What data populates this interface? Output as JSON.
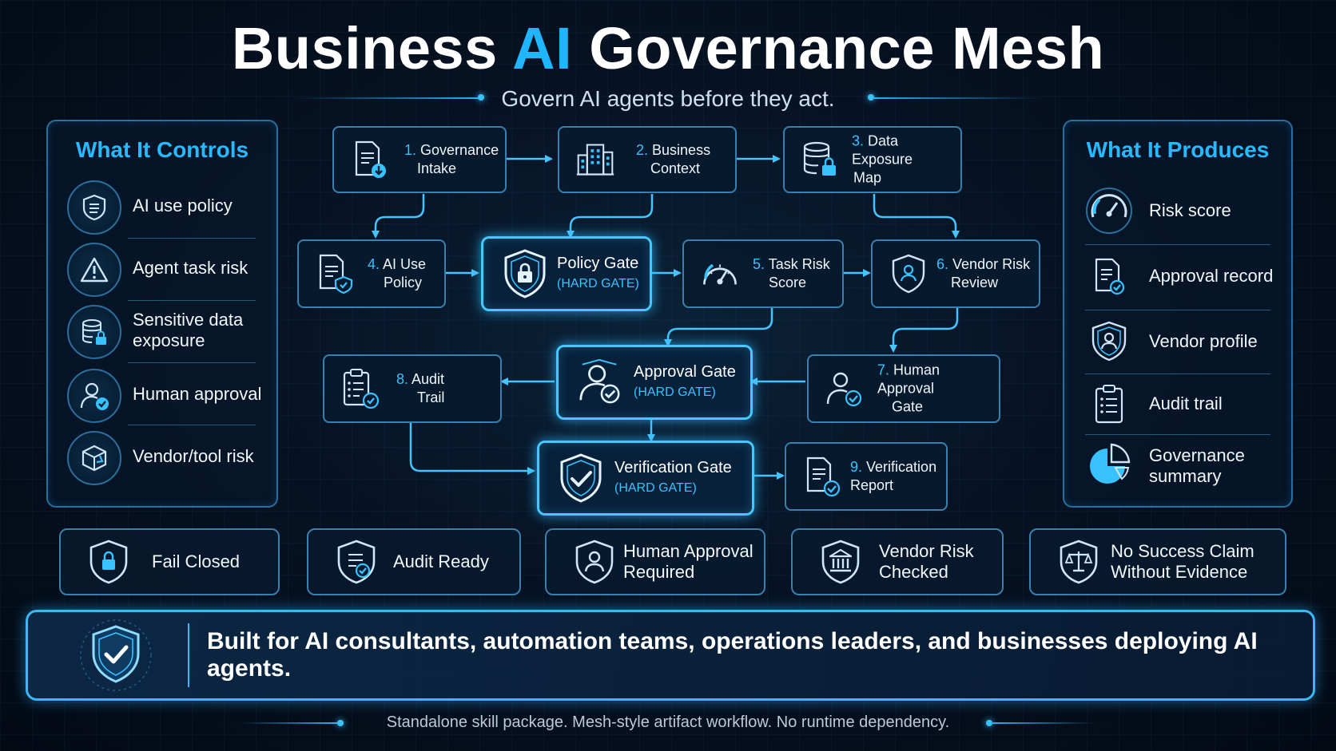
{
  "header": {
    "title_part1": "Business ",
    "title_accent": "AI",
    "title_part2": " Governance Mesh",
    "subtitle": "Govern AI agents before they act."
  },
  "controls_panel": {
    "title": "What It Controls",
    "items": [
      {
        "label": "AI use policy",
        "icon": "document-list-icon"
      },
      {
        "label": "Agent task risk",
        "icon": "warning-triangle-icon"
      },
      {
        "label": "Sensitive data exposure",
        "icon": "database-lock-icon"
      },
      {
        "label": "Human approval",
        "icon": "person-check-icon"
      },
      {
        "label": "Vendor/tool risk",
        "icon": "cube-icon"
      }
    ]
  },
  "produces_panel": {
    "title": "What It Produces",
    "items": [
      {
        "label": "Risk score",
        "icon": "gauge-icon"
      },
      {
        "label": "Approval record",
        "icon": "document-check-icon"
      },
      {
        "label": "Vendor profile",
        "icon": "shield-person-icon"
      },
      {
        "label": "Audit trail",
        "icon": "clipboard-list-icon"
      },
      {
        "label": "Governance summary",
        "icon": "pie-chart-icon"
      }
    ]
  },
  "workflow": {
    "nodes": [
      {
        "id": "governance-intake",
        "number": "1.",
        "line1": "Governance",
        "line2": "Intake"
      },
      {
        "id": "business-context",
        "number": "2.",
        "line1": "Business",
        "line2": "Context"
      },
      {
        "id": "data-exposure-map",
        "number": "3.",
        "line1": "Data Exposure",
        "line2": "Map"
      },
      {
        "id": "ai-use-policy",
        "number": "4.",
        "line1": "AI Use",
        "line2": "Policy"
      },
      {
        "id": "task-risk-score",
        "number": "5.",
        "line1": "Task Risk",
        "line2": "Score"
      },
      {
        "id": "vendor-risk-review",
        "number": "6.",
        "line1": "Vendor Risk",
        "line2": "Review"
      },
      {
        "id": "human-approval-gate",
        "number": "7.",
        "line1": "Human Approval",
        "line2": "Gate"
      },
      {
        "id": "audit-trail",
        "number": "8.",
        "line1": "Audit",
        "line2": "Trail"
      },
      {
        "id": "verification-report",
        "number": "9.",
        "line1": "Verification",
        "line2": "Report"
      }
    ],
    "gates": [
      {
        "id": "policy-gate",
        "label": "Policy Gate",
        "tag": "(HARD GATE)"
      },
      {
        "id": "approval-gate",
        "label": "Approval Gate",
        "tag": "(HARD GATE)"
      },
      {
        "id": "verification-gate",
        "label": "Verification Gate",
        "tag": "(HARD GATE)"
      }
    ]
  },
  "badges": [
    {
      "line1": "Fail Closed",
      "line2": "",
      "icon": "shield-lock-icon"
    },
    {
      "line1": "Audit Ready",
      "line2": "",
      "icon": "shield-checklist-icon"
    },
    {
      "line1": "Human Approval",
      "line2": "Required",
      "icon": "shield-person-icon"
    },
    {
      "line1": "Vendor Risk",
      "line2": "Checked",
      "icon": "shield-bank-icon"
    },
    {
      "line1": "No Success Claim",
      "line2": "Without Evidence",
      "icon": "shield-scales-icon"
    }
  ],
  "banner": {
    "text": "Built for AI consultants, automation teams, operations leaders, and businesses deploying AI agents."
  },
  "footer": {
    "text": "Standalone skill package. Mesh-style artifact workflow. No runtime dependency."
  },
  "colors": {
    "accent": "#1fb6ff",
    "border": "#3a7fae",
    "glow": "#46c7ff",
    "background": "#061223"
  }
}
